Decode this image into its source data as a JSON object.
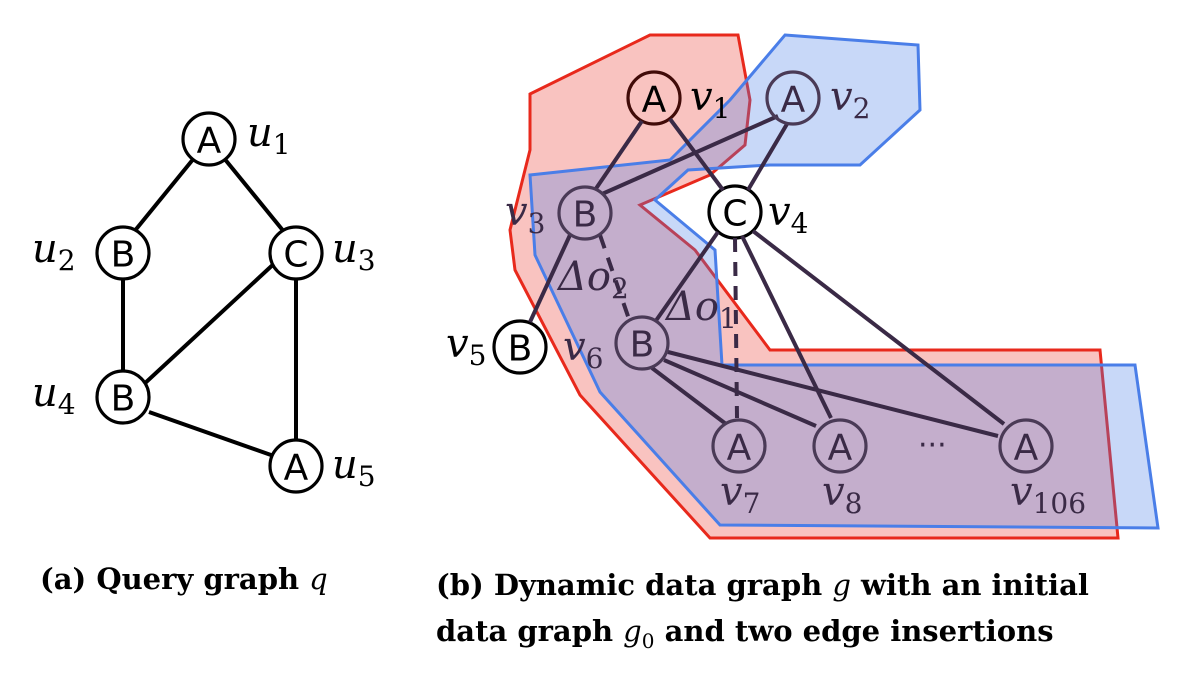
{
  "query_graph": {
    "nodes": [
      {
        "id": "u1",
        "label": "A",
        "name": "u",
        "sub": "1"
      },
      {
        "id": "u2",
        "label": "B",
        "name": "u",
        "sub": "2"
      },
      {
        "id": "u3",
        "label": "C",
        "name": "u",
        "sub": "3"
      },
      {
        "id": "u4",
        "label": "B",
        "name": "u",
        "sub": "4"
      },
      {
        "id": "u5",
        "label": "A",
        "name": "u",
        "sub": "5"
      }
    ],
    "edges": [
      [
        "u1",
        "u2"
      ],
      [
        "u1",
        "u3"
      ],
      [
        "u2",
        "u4"
      ],
      [
        "u3",
        "u4"
      ],
      [
        "u3",
        "u5"
      ],
      [
        "u4",
        "u5"
      ]
    ]
  },
  "data_graph": {
    "nodes": [
      {
        "id": "v1",
        "label": "A",
        "name": "v",
        "sub": "1"
      },
      {
        "id": "v2",
        "label": "A",
        "name": "v",
        "sub": "2"
      },
      {
        "id": "v3",
        "label": "B",
        "name": "v",
        "sub": "3"
      },
      {
        "id": "v4",
        "label": "C",
        "name": "v",
        "sub": "4"
      },
      {
        "id": "v5",
        "label": "B",
        "name": "v",
        "sub": "5"
      },
      {
        "id": "v6",
        "label": "B",
        "name": "v",
        "sub": "6"
      },
      {
        "id": "v7",
        "label": "A",
        "name": "v",
        "sub": "7"
      },
      {
        "id": "v8",
        "label": "A",
        "name": "v",
        "sub": "8"
      },
      {
        "id": "v106",
        "label": "A",
        "name": "v",
        "sub": "106"
      }
    ],
    "edges": [
      [
        "v1",
        "v3"
      ],
      [
        "v1",
        "v4"
      ],
      [
        "v2",
        "v3"
      ],
      [
        "v2",
        "v4"
      ],
      [
        "v3",
        "v5"
      ],
      [
        "v4",
        "v6"
      ],
      [
        "v4",
        "v8"
      ],
      [
        "v4",
        "v106"
      ],
      [
        "v6",
        "v7"
      ],
      [
        "v6",
        "v8"
      ],
      [
        "v6",
        "v106"
      ]
    ],
    "inserted_edges": [
      {
        "from": "v3",
        "to": "v6",
        "label": "Δo",
        "sub": "2"
      },
      {
        "from": "v4",
        "to": "v7",
        "label": "Δo",
        "sub": "1"
      }
    ],
    "ellipsis": "···",
    "region_colors": {
      "red": "#e8291c",
      "blue": "#4a7ee8"
    }
  },
  "captions": {
    "a": "(a) Query graph",
    "a_var": "q",
    "b_line1_pre": "(b) Dynamic data graph",
    "b_line1_var": "g",
    "b_line1_post": "with an initial",
    "b_line2_pre": "data graph",
    "b_line2_var": "g",
    "b_line2_sub": "0",
    "b_line2_post": "and two edge insertions"
  }
}
